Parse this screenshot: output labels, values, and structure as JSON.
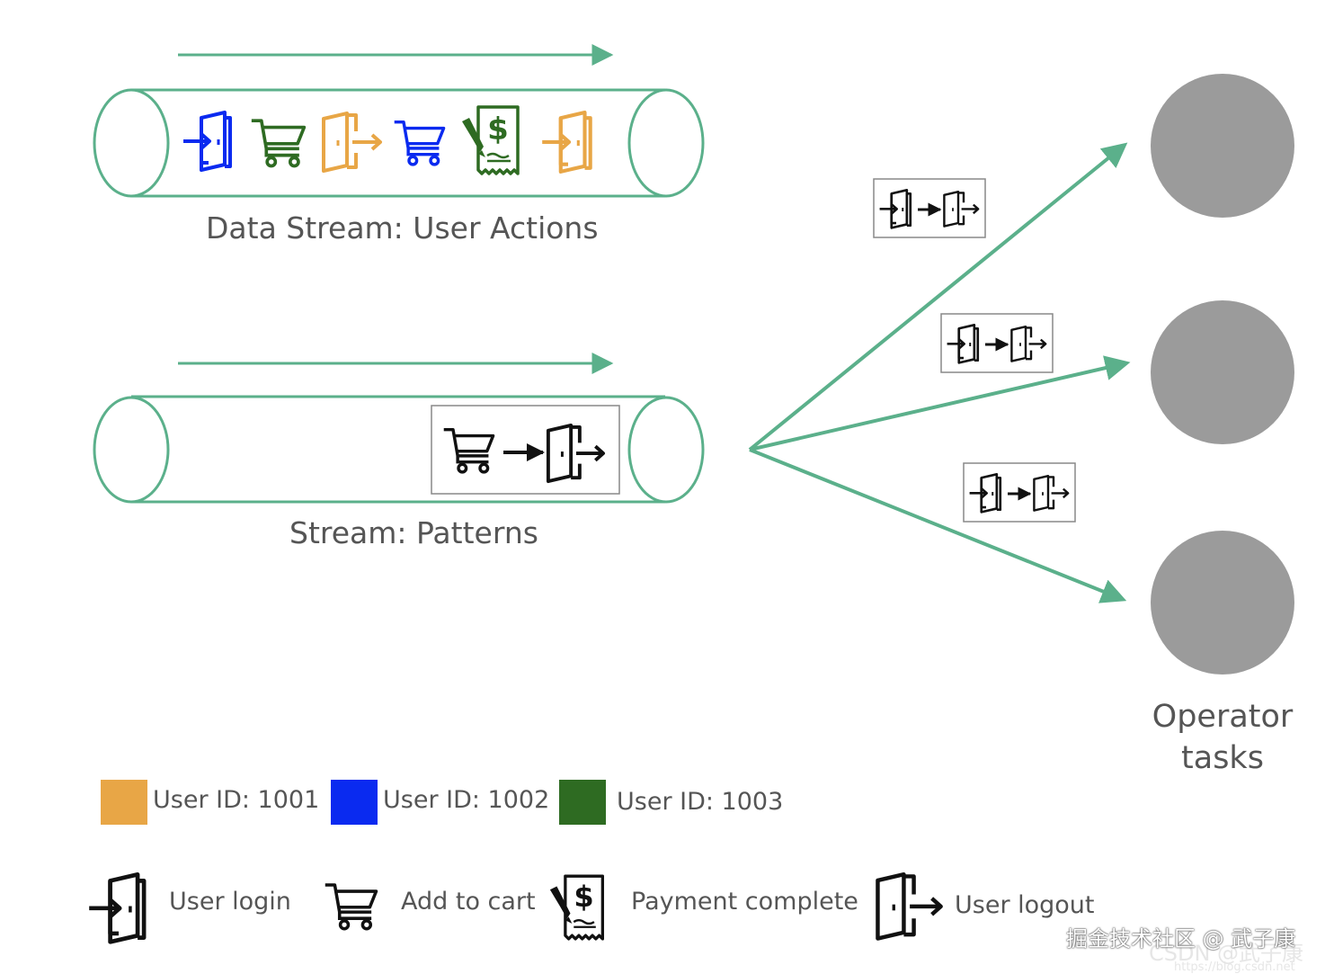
{
  "streams": {
    "top_label": "Data Stream: User Actions",
    "bottom_label": "Stream: Patterns"
  },
  "operators": {
    "label_line1": "Operator",
    "label_line2": "tasks"
  },
  "legend": {
    "users": [
      {
        "label": "User ID: 1001",
        "color": "#E8A646"
      },
      {
        "label": "User ID: 1002",
        "color": "#0A2AF0"
      },
      {
        "label": "User ID: 1003",
        "color": "#2E6B22"
      }
    ],
    "actions": [
      {
        "label": "User login",
        "icon": "login-icon"
      },
      {
        "label": "Add to cart",
        "icon": "cart-icon"
      },
      {
        "label": "Payment complete",
        "icon": "payment-icon"
      },
      {
        "label": "User logout",
        "icon": "logout-icon"
      }
    ]
  },
  "colors": {
    "stream_green": "#5BB08B",
    "operator_gray": "#9B9B9B",
    "icon_black": "#111111"
  },
  "watermark": {
    "line1": "掘金技术社区 @ 武子康",
    "line2": "CSDN @武子康",
    "line3": "https://blog.csdn.net"
  }
}
